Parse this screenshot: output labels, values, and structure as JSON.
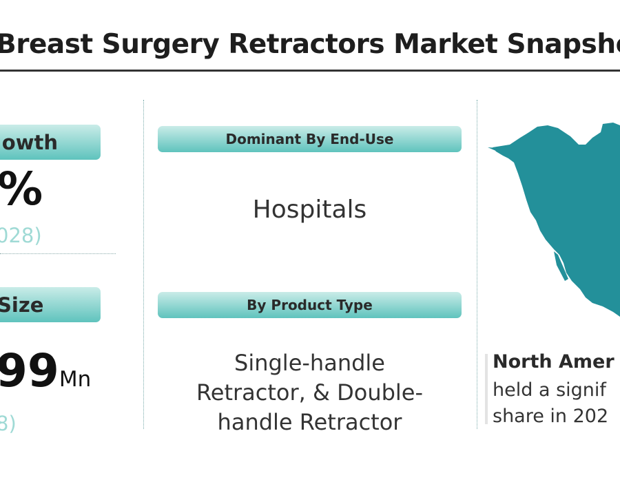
{
  "title": "Breast Surgery Retractors Market Snapsho",
  "left": {
    "growth_label": "owth",
    "growth_value": "%",
    "growth_period": "028)",
    "size_label": "Size",
    "size_value": "99",
    "size_unit": "Mn",
    "size_period": "8)"
  },
  "middle": {
    "end_use_label": "Dominant By End-Use",
    "end_use_value": "Hospitals",
    "product_label": "By Product Type",
    "product_lines": [
      "Single-handle",
      "Retractor, & Double-",
      "handle Retractor"
    ]
  },
  "right": {
    "region": "North Amer",
    "lines": [
      "held a signif",
      "share in 202"
    ],
    "map_color": "#23909a"
  }
}
